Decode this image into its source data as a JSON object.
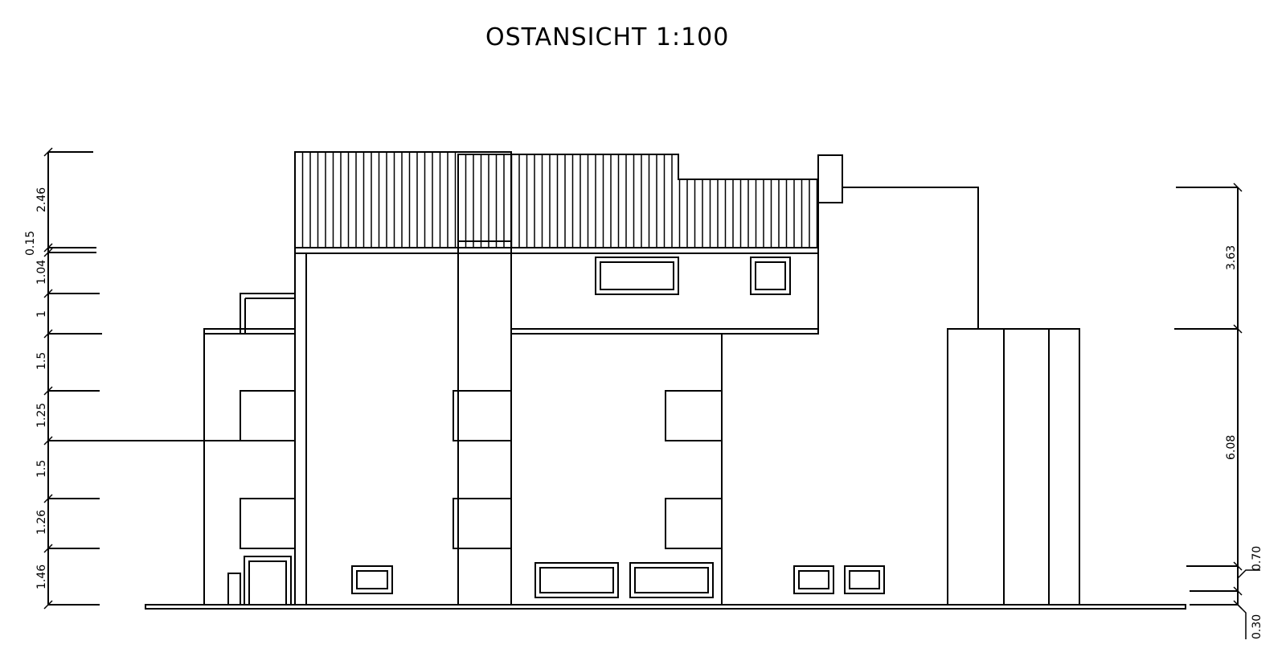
{
  "title": "OSTANSICHT 1:100",
  "colors": {
    "line": "#000000",
    "background": "#ffffff"
  },
  "dimensions": {
    "left": [
      "2.46",
      "0.15",
      "1.04",
      "1",
      "1.5",
      "1.25",
      "1.5",
      "1.26",
      "1.46"
    ],
    "right": [
      "3.63",
      "6.08",
      "0.70",
      "0.30"
    ]
  }
}
